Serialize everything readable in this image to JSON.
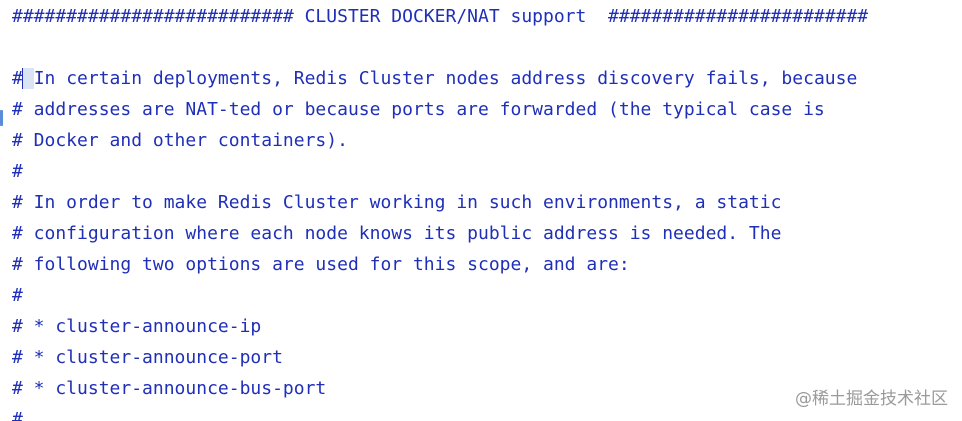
{
  "editor": {
    "lines": [
      "########################## CLUSTER DOCKER/NAT support  ########################",
      "",
      "# In certain deployments, Redis Cluster nodes address discovery fails, because",
      "# addresses are NAT-ted or because ports are forwarded (the typical case is",
      "# Docker and other containers).",
      "#",
      "# In order to make Redis Cluster working in such environments, a static",
      "# configuration where each node knows its public address is needed. The",
      "# following two options are used for this scope, and are:",
      "#",
      "# * cluster-announce-ip",
      "# * cluster-announce-port",
      "# * cluster-announce-bus-port",
      "#"
    ]
  },
  "watermark": {
    "text": "@稀土掘金技术社区"
  },
  "colors": {
    "code_text": "#1f2fb8",
    "caret_highlight": "#dbe4f5",
    "gutter_marker": "#5b8cd9",
    "watermark": "#9a9a9a",
    "background": "#ffffff"
  }
}
